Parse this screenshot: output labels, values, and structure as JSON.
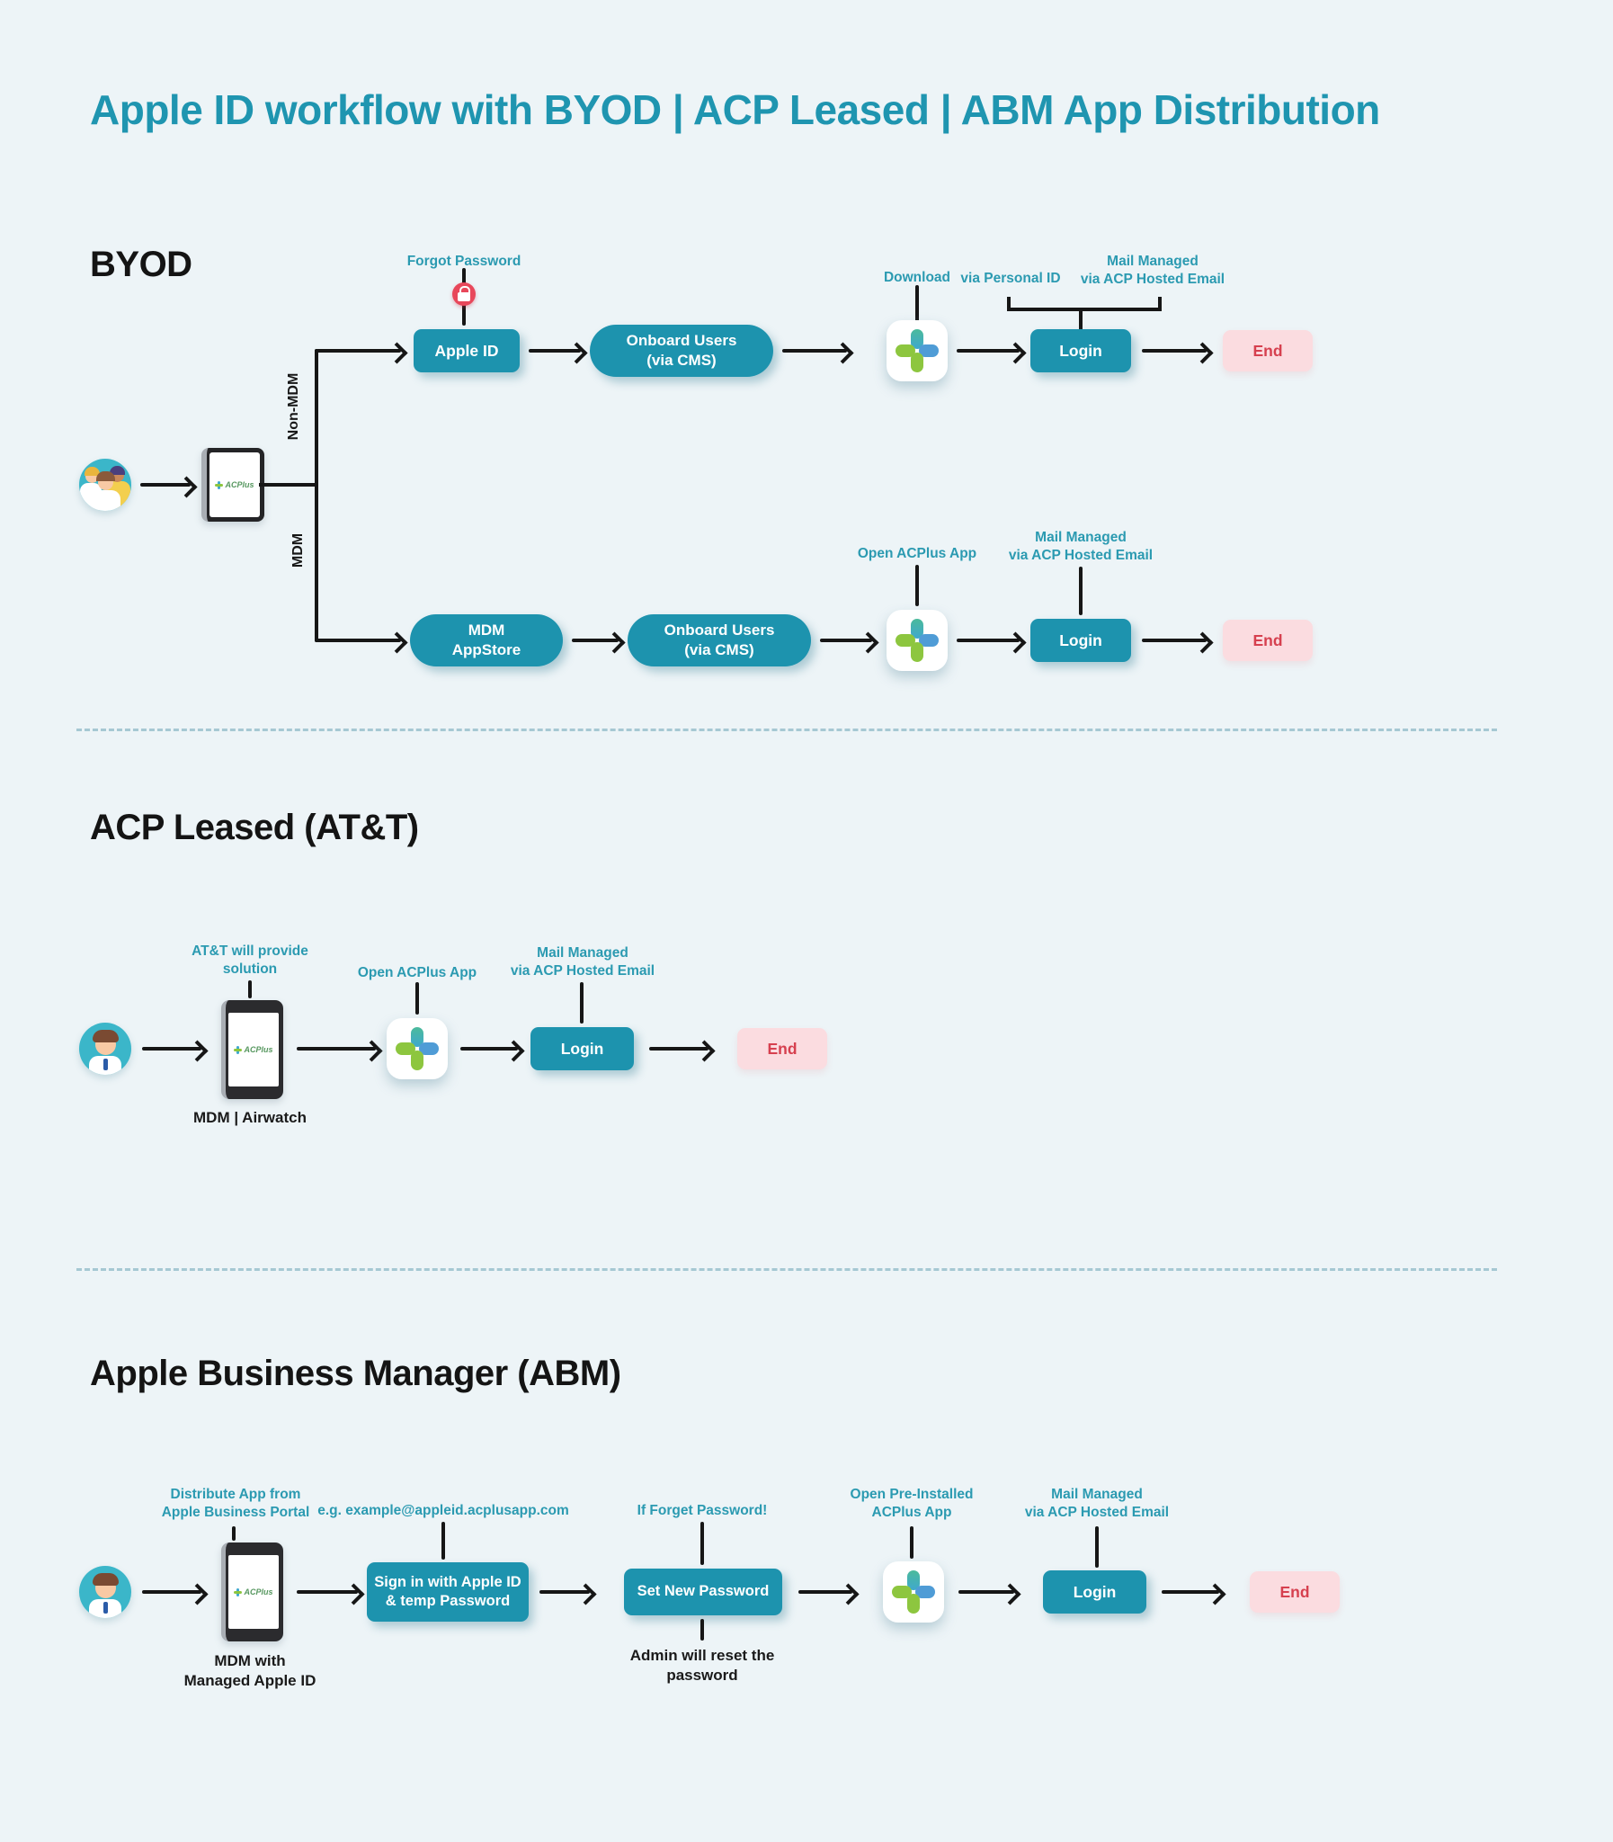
{
  "title": "Apple ID workflow with BYOD | ACP Leased | ABM App Distribution",
  "device_logo": "ACPlus",
  "byod": {
    "heading": "BYOD",
    "branch_top": "Non-MDM",
    "branch_bottom": "MDM",
    "row1": {
      "forgot_password": "Forgot Password",
      "apple_id": "Apple ID",
      "onboard_users": "Onboard Users\n(via CMS)",
      "download": "Download",
      "via_personal_id": "via Personal ID",
      "mail_managed": "Mail Managed\nvia ACP Hosted Email",
      "login": "Login",
      "end": "End"
    },
    "row2": {
      "mdm_appstore": "MDM\nAppStore",
      "onboard_users": "Onboard Users\n(via CMS)",
      "open_acplus_app": "Open ACPlus App",
      "mail_managed": "Mail Managed\nvia ACP Hosted Email",
      "login": "Login",
      "end": "End"
    }
  },
  "acp": {
    "heading": "ACP Leased (AT&T)",
    "att_note": "AT&T will provide\nsolution",
    "device_label": "MDM | Airwatch",
    "open_acplus_app": "Open ACPlus App",
    "mail_managed": "Mail Managed\nvia ACP Hosted Email",
    "login": "Login",
    "end": "End"
  },
  "abm": {
    "heading": "Apple Business Manager (ABM)",
    "distribute_note": "Distribute App from\nApple Business Portal",
    "example_note": "e.g. example@appleid.acplusapp.com",
    "forget_note": "If Forget Password!",
    "open_app_note": "Open Pre-Installed\nACPlus App",
    "mail_managed": "Mail Managed\nvia ACP Hosted Email",
    "device_label": "MDM with\nManaged Apple ID",
    "sign_in": "Sign in with Apple ID\n& temp Password",
    "set_new_password": "Set New Password",
    "admin_note": "Admin will reset the\npassword",
    "login": "Login",
    "end": "End"
  },
  "colors": {
    "background": "#edf4f7",
    "teal_box": "#1d93ae",
    "teal_label": "#2b9ab1",
    "end_bg": "#fbdce0",
    "end_text": "#d6404f",
    "lock_red": "#e8475a",
    "petal_green": "#8dc63f",
    "petal_blue": "#4f9cd6",
    "petal_teal": "#3fa8cf",
    "arrow_black": "#161616"
  }
}
